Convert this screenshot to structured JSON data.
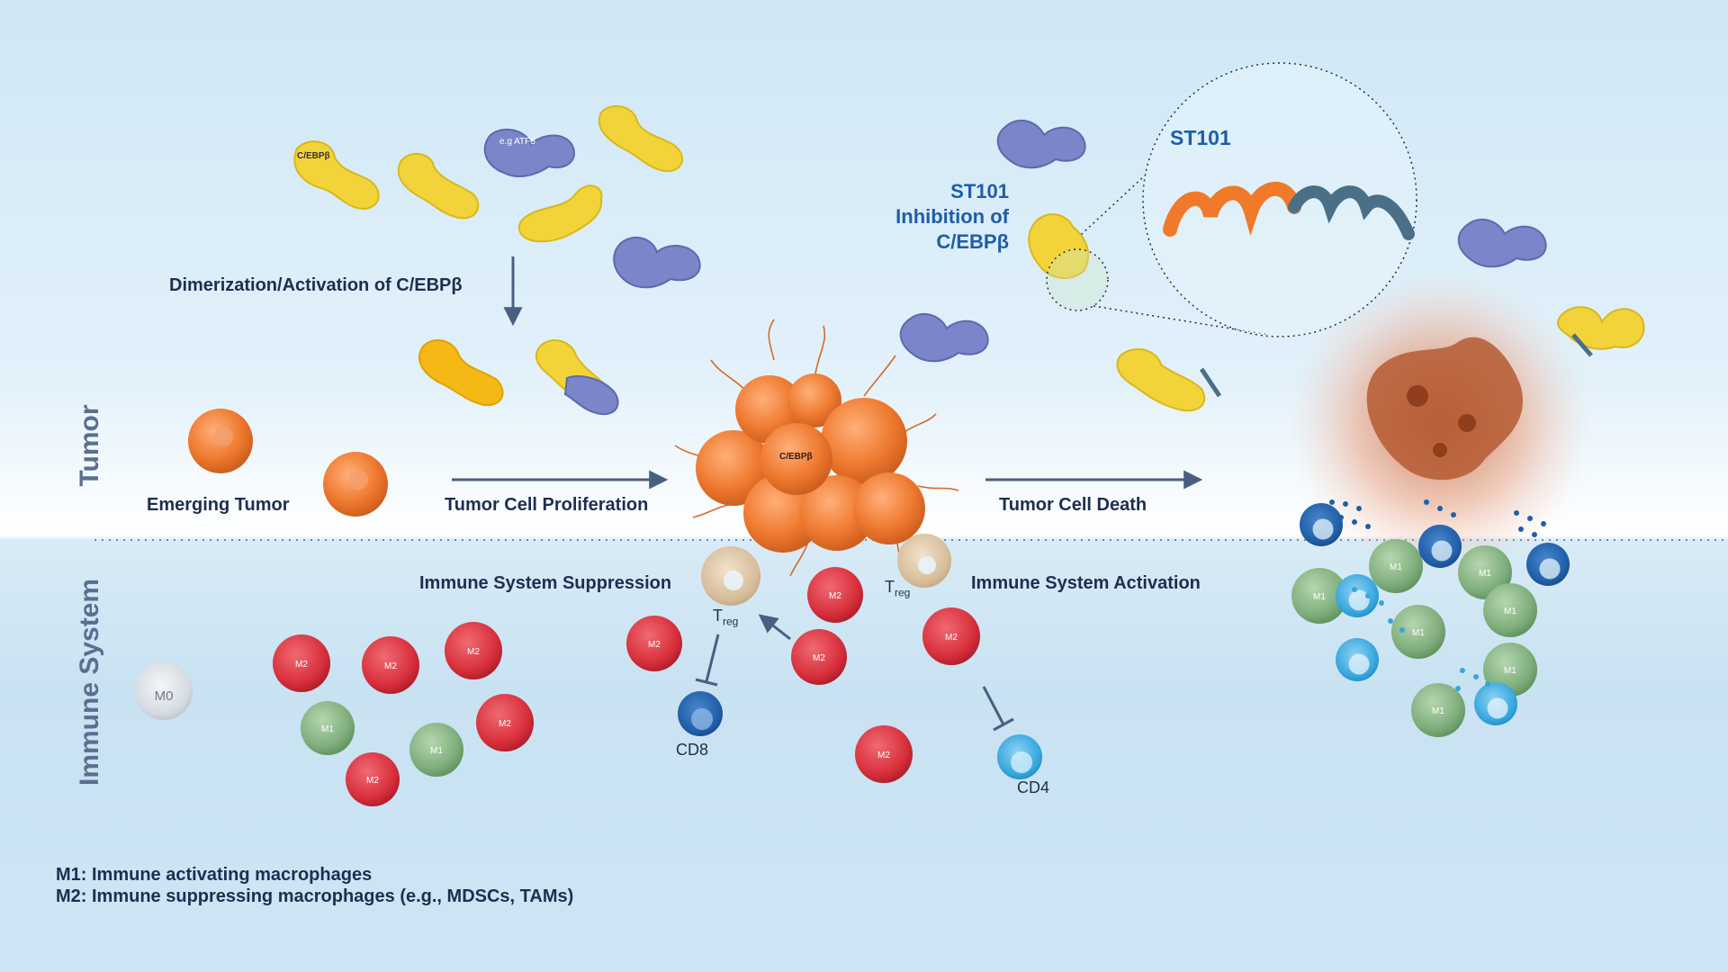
{
  "labels": {
    "dimerization": "Dimerization/Activation of C/EBPβ",
    "emerging_tumor": "Emerging Tumor",
    "tumor_cell_proliferation": "Tumor Cell Proliferation",
    "tumor_cell_death": "Tumor Cell Death",
    "immune_suppression": "Immune System Suppression",
    "immune_activation": "Immune System Activation",
    "st101_zoom": "ST101",
    "st101_title_1": "ST101",
    "st101_title_2": "Inhibition of",
    "st101_title_3": "C/EBPβ"
  },
  "molecule_labels": {
    "cebpb": "C/EBPβ",
    "atf5": "e.g ATF5",
    "cluster": "C/EBPβ"
  },
  "sections": {
    "tumor": "Tumor",
    "immune": "Immune System"
  },
  "cells": {
    "cd8": "CD8",
    "cd4": "CD4",
    "treg_t": "T",
    "treg_sub": "reg",
    "m0": "M0",
    "m1": "M1",
    "m2": "M2"
  },
  "legend": {
    "m1": "M1: Immune activating macrophages",
    "m2": "M2: Immune suppressing macrophages (e.g., MDSCs, TAMs)"
  },
  "colors": {
    "text_dark": "#1d2f4f",
    "st101_blue": "#1f5da8",
    "tumor_orange": "#e8742f",
    "m2_red": "#d8303c",
    "m1_green": "#7fae7c",
    "cd8_blue": "#1f5fa8",
    "cd4_blue": "#36a6dd",
    "yellow_protein": "#f2d43a",
    "purple_protein": "#7a86c9"
  }
}
